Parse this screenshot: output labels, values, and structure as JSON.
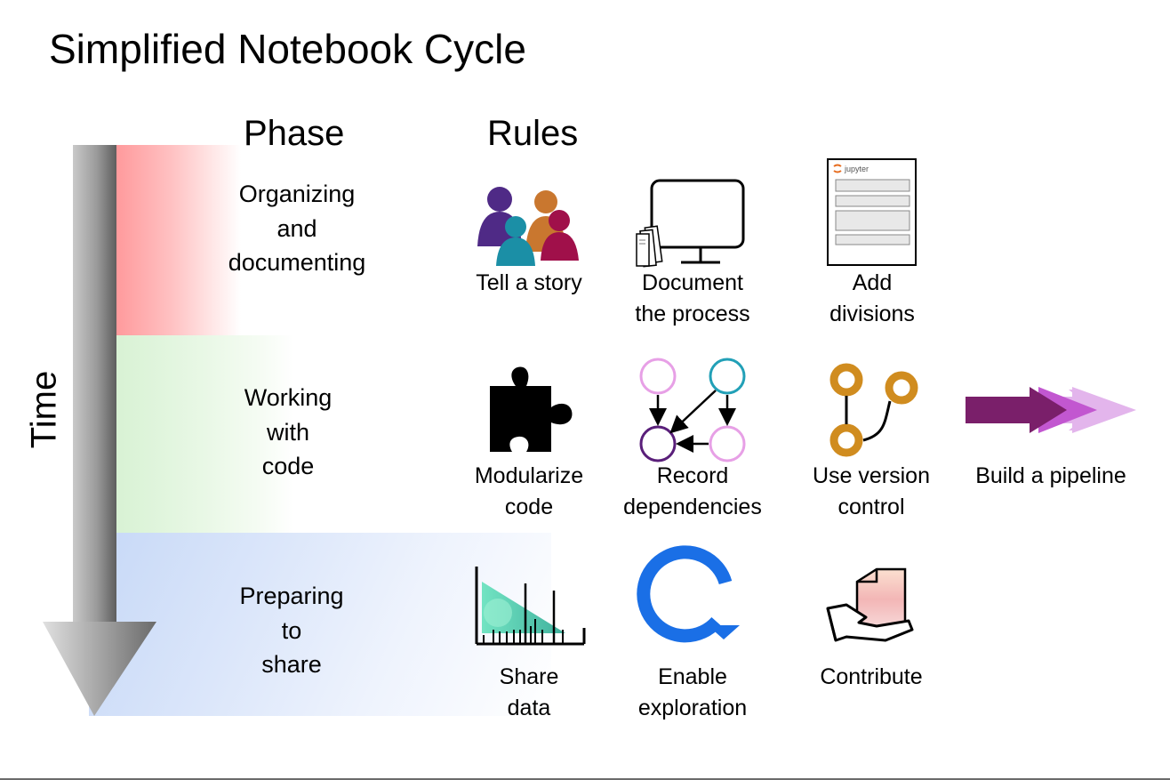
{
  "title": "Simplified Notebook Cycle",
  "headers": {
    "phase": "Phase",
    "rules": "Rules"
  },
  "time_axis": {
    "label": "Time"
  },
  "phases": [
    {
      "lines": [
        "Organizing",
        "and",
        "documenting"
      ],
      "color": "#ff9a9c"
    },
    {
      "lines": [
        "Working",
        "with",
        "code"
      ],
      "color": "#d8f2d4"
    },
    {
      "lines": [
        "Preparing",
        "to",
        "share"
      ],
      "color": "#c6d8f7"
    }
  ],
  "rules": {
    "tell_story": {
      "lines": [
        "Tell a story"
      ],
      "icon": "people-group-icon"
    },
    "document_process": {
      "lines": [
        "Document",
        "the process"
      ],
      "icon": "monitor-icon"
    },
    "add_divisions": {
      "lines": [
        "Add",
        "divisions"
      ],
      "icon": "jupyter-notebook-icon",
      "logo_text": "jupyter"
    },
    "modularize": {
      "lines": [
        "Modularize",
        "code"
      ],
      "icon": "puzzle-piece-icon"
    },
    "dependencies": {
      "lines": [
        "Record",
        "dependencies"
      ],
      "icon": "dependency-graph-icon"
    },
    "version_control": {
      "lines": [
        "Use version",
        "control"
      ],
      "icon": "git-branch-icon"
    },
    "pipeline": {
      "lines": [
        "Build a pipeline"
      ],
      "icon": "pipeline-arrows-icon"
    },
    "share_data": {
      "lines": [
        "Share",
        "data"
      ],
      "icon": "spectrum-plot-icon"
    },
    "exploration": {
      "lines": [
        "Enable",
        "exploration"
      ],
      "icon": "refresh-cycle-icon"
    },
    "contribute": {
      "lines": [
        "Contribute"
      ],
      "icon": "hand-document-icon"
    }
  },
  "colors": {
    "purple_dark": "#4f2a86",
    "orange": "#c9772f",
    "teal": "#1b8fa6",
    "crimson": "#a0104a",
    "gold": "#d08c1f",
    "pipeline_dark": "#7a1f6a",
    "pipeline_mid": "#c257d0",
    "pipeline_light": "#e3b5ec",
    "cycle_blue": "#1a6fe6",
    "pink_node": "#e7a0e6",
    "teal_node": "#22a0b7",
    "purple_node": "#5a1f7a"
  }
}
